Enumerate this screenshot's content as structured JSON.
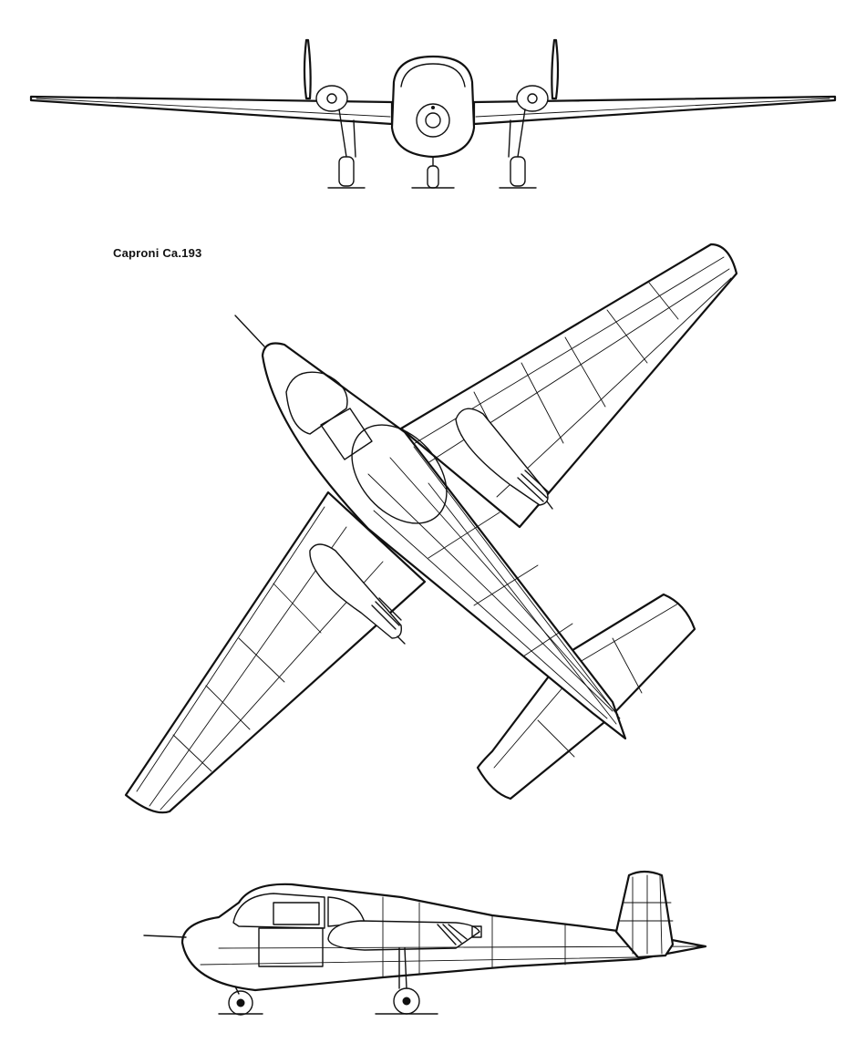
{
  "drawing": {
    "title": "Caproni Ca.193",
    "views": [
      {
        "name": "front-view"
      },
      {
        "name": "top-view"
      },
      {
        "name": "side-view"
      }
    ],
    "colors": {
      "line": "#111111",
      "background": "#ffffff"
    }
  }
}
